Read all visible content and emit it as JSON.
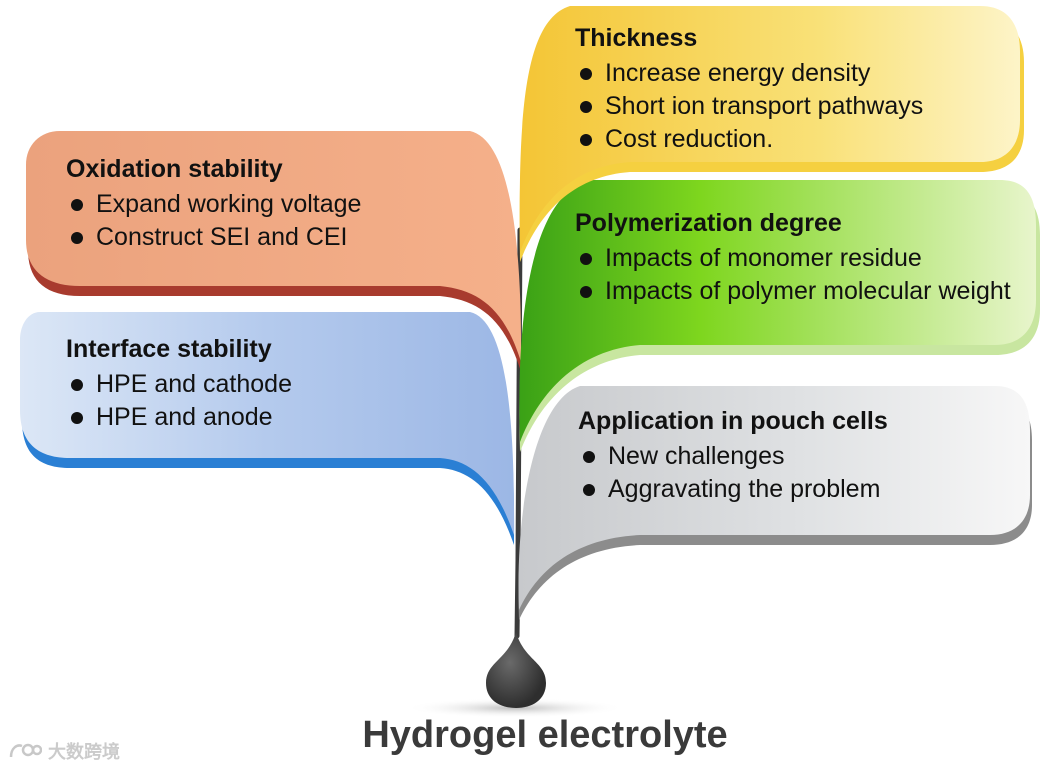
{
  "diagram": {
    "root_label": "Hydrogel electrolyte",
    "branches": [
      {
        "title": "Thickness",
        "color": "#f5c530",
        "items": [
          "Increase energy density",
          "Short ion transport pathways",
          "Cost reduction."
        ]
      },
      {
        "title": "Polymerization degree",
        "color": "#74cc1a",
        "items": [
          "Impacts of monomer residue",
          "Impacts of polymer molecular weight"
        ]
      },
      {
        "title": "Application in pouch cells",
        "color": "#c4c4c4",
        "items": [
          "New challenges",
          "Aggravating the problem"
        ]
      },
      {
        "title": "Oxidation stability",
        "color": "#ef9f78",
        "items": [
          "Expand working voltage",
          "Construct SEI and CEI"
        ]
      },
      {
        "title": "Interface stability",
        "color": "#a9c2e8",
        "items": [
          "HPE and cathode",
          "HPE and anode"
        ]
      }
    ]
  },
  "watermark": {
    "text": "大数跨境",
    "icon": "sd-logo-icon"
  }
}
